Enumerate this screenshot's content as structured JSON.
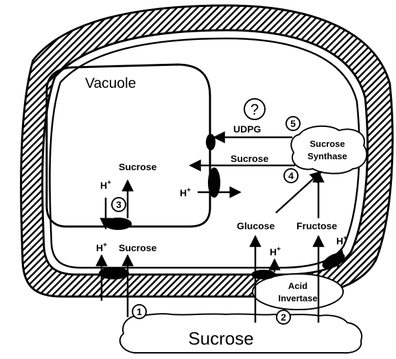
{
  "labels": {
    "vacuole": "Vacuole",
    "sucrose_vacuole": "Sucrose",
    "h_plus": "H",
    "plus": "+",
    "sucrose_cytosol": "Sucrose",
    "udpg": "UDPG",
    "sucrose_arrow": "Sucrose",
    "enzyme_line1": "Sucrose",
    "enzyme_line2": "Synthase",
    "glucose": "Glucose",
    "fructose": "Fructose",
    "acid_line1": "Acid",
    "acid_line2": "Invertase",
    "sucrose_outside": "Sucrose",
    "question": "?"
  },
  "step_numbers": [
    "1",
    "2",
    "3",
    "4",
    "5"
  ],
  "colors": {
    "ink": "#000000",
    "paper": "#ffffff"
  }
}
